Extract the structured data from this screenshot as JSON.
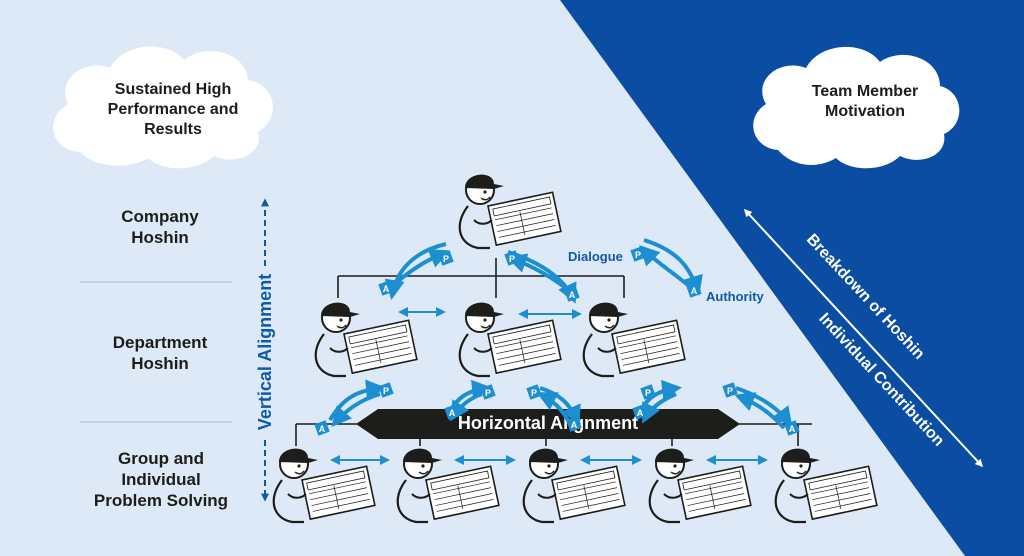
{
  "clouds": {
    "left": [
      "Sustained High",
      "Performance and",
      "Results"
    ],
    "right": [
      "Team Member",
      "Motivation"
    ]
  },
  "levels": {
    "company": [
      "Company",
      "Hoshin"
    ],
    "department": [
      "Department",
      "Hoshin"
    ],
    "group": [
      "Group and",
      "Individual",
      "Problem Solving"
    ]
  },
  "axis": {
    "vertical": "Vertical Alignment",
    "horizontal": "Horizontal Alignment",
    "breakdown": "Breakdown of Hoshin",
    "contribution": "Individual Contribution"
  },
  "legend": {
    "dialogue": "Dialogue",
    "authority": "Authority",
    "plan_letter": "P",
    "act_letter": "A"
  },
  "colors": {
    "background": "#dde9f6",
    "dark_blue": "#0a4da2",
    "accent_blue": "#1d8fd1",
    "label_blue": "#0e5aa7",
    "black": "#1d1d1b"
  }
}
